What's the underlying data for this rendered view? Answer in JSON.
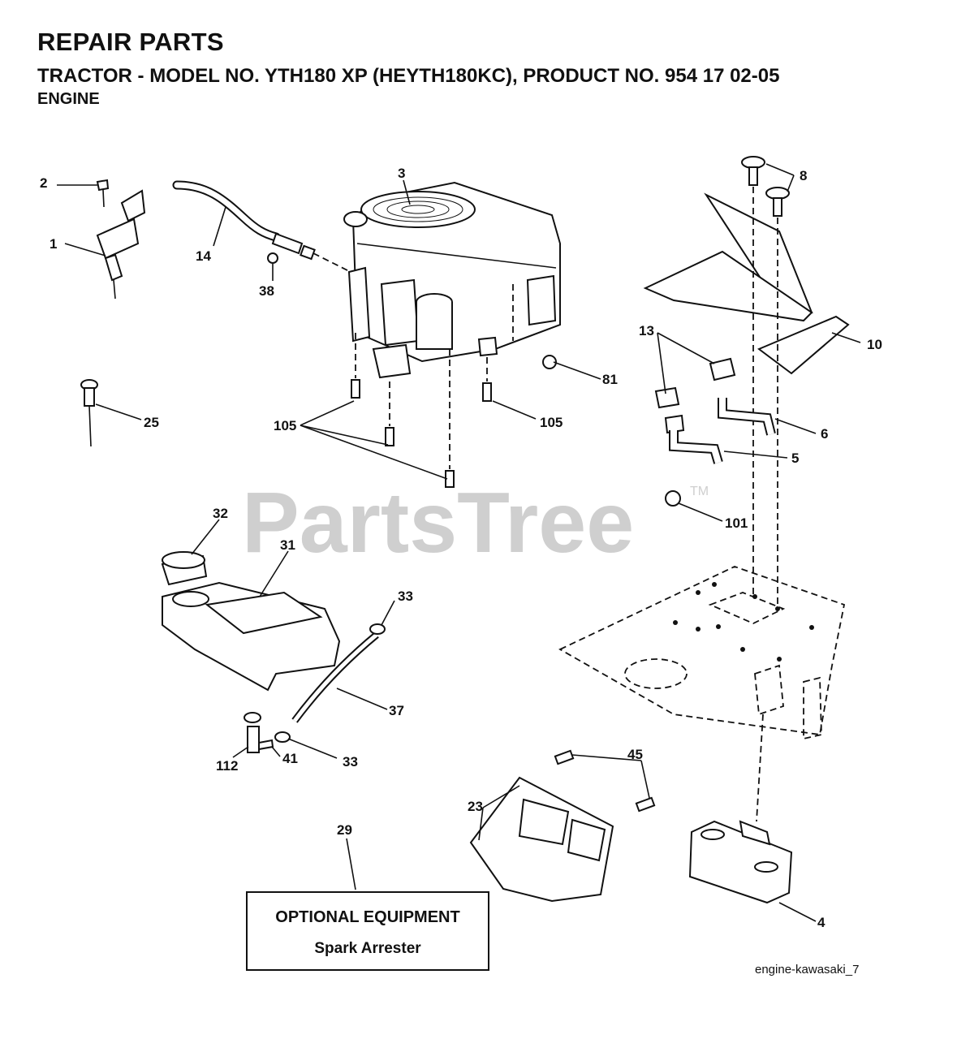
{
  "header": {
    "title": "REPAIR PARTS",
    "subtitle": "TRACTOR - MODEL NO. YTH180 XP (HEYTH180KC),  PRODUCT NO. 954 17 02-05",
    "section": "ENGINE"
  },
  "watermark": {
    "text": "PartsTree",
    "mark": "TM"
  },
  "callouts": {
    "c1": "1",
    "c2": "2",
    "c3": "3",
    "c14": "14",
    "c38": "38",
    "c8": "8",
    "c10": "10",
    "c13": "13",
    "c81": "81",
    "c105a": "105",
    "c105b": "105",
    "c6": "6",
    "c5": "5",
    "c25": "25",
    "c101": "101",
    "c32": "32",
    "c31": "31",
    "c33a": "33",
    "c37": "37",
    "c33b": "33",
    "c112": "112",
    "c41": "41",
    "c45": "45",
    "c23": "23",
    "c29": "29",
    "c4": "4"
  },
  "optional_box": {
    "title": "OPTIONAL EQUIPMENT",
    "item": "Spark Arrester"
  },
  "drawing_ref": "engine-kawasaki_7"
}
